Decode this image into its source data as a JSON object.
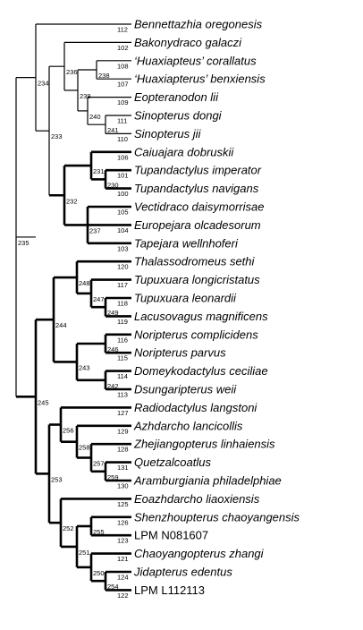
{
  "taxa": [
    {
      "name": "Bennettazhia oregonesis",
      "num": "112"
    },
    {
      "name": "Bakonydraco galaczi",
      "num": "102"
    },
    {
      "name": "‘Huaxiapteus’ corallatus",
      "num": "108"
    },
    {
      "name": "‘Huaxiapterus’ benxiensis",
      "num": "107"
    },
    {
      "name": "Eopteranodon lii",
      "num": "109"
    },
    {
      "name": "Sinopterus dongi",
      "num": "111"
    },
    {
      "name": "Sinopterus jii",
      "num": "110"
    },
    {
      "name": "Caiuajara dobruskii",
      "num": "106"
    },
    {
      "name": "Tupandactylus imperator",
      "num": "101"
    },
    {
      "name": "Tupandactylus navigans",
      "num": "100"
    },
    {
      "name": "Vectidraco daisymorrisae",
      "num": "105"
    },
    {
      "name": "Europejara olcadesorum",
      "num": "104"
    },
    {
      "name": "Tapejara wellnhoferi",
      "num": "103"
    },
    {
      "name": "Thalassodromeus sethi",
      "num": "120"
    },
    {
      "name": "Tupuxuara longicristatus",
      "num": "117"
    },
    {
      "name": "Tupuxuara leonardii",
      "num": "118"
    },
    {
      "name": "Lacusovagus magnificens",
      "num": "119"
    },
    {
      "name": "Noripterus complicidens",
      "num": "116"
    },
    {
      "name": "Noripterus parvus",
      "num": "115"
    },
    {
      "name": "Domeykodactylus ceciliae",
      "num": "114"
    },
    {
      "name": "Dsungaripterus weii",
      "num": "113"
    },
    {
      "name": "Radiodactylus langstoni",
      "num": "127"
    },
    {
      "name": "Azhdarcho lancicollis",
      "num": "129"
    },
    {
      "name": "Zhejiangopterus linhaiensis",
      "num": "128"
    },
    {
      "name": "Quetzalcoatlus",
      "num": "131"
    },
    {
      "name": "Aramburgiania philadelphiae",
      "num": "130"
    },
    {
      "name": "Eoazhdarcho liaoxiensis",
      "num": "125"
    },
    {
      "name": "Shenzhoupterus chaoyangensis",
      "num": "126"
    },
    {
      "name": "LPM N081607",
      "num": "123",
      "roman": true
    },
    {
      "name": "Chaoyangopterus zhangi",
      "num": "121"
    },
    {
      "name": "Jidapterus edentus",
      "num": "124"
    },
    {
      "name": "LPM L112113",
      "num": "122",
      "roman": true
    }
  ],
  "nodes": [
    {
      "id": "235",
      "children": [
        "234",
        "245"
      ]
    },
    {
      "id": "234",
      "children": [
        "t0",
        "233"
      ]
    },
    {
      "id": "233",
      "children": [
        "236",
        "232"
      ]
    },
    {
      "id": "236",
      "children": [
        "t1",
        "239"
      ]
    },
    {
      "id": "239",
      "children": [
        "238",
        "240"
      ]
    },
    {
      "id": "238",
      "children": [
        "t2",
        "t3"
      ]
    },
    {
      "id": "240",
      "children": [
        "t4",
        "241"
      ]
    },
    {
      "id": "241",
      "children": [
        "t5",
        "t6"
      ]
    },
    {
      "id": "232",
      "children": [
        "231",
        "237"
      ]
    },
    {
      "id": "231",
      "children": [
        "t7",
        "230"
      ]
    },
    {
      "id": "230",
      "children": [
        "t8",
        "t9"
      ]
    },
    {
      "id": "237",
      "children": [
        "t10",
        "t11",
        "t12"
      ]
    },
    {
      "id": "245",
      "children": [
        "244",
        "253"
      ]
    },
    {
      "id": "244",
      "children": [
        "248",
        "243"
      ]
    },
    {
      "id": "248",
      "children": [
        "t13",
        "247"
      ]
    },
    {
      "id": "247",
      "children": [
        "t14",
        "249"
      ]
    },
    {
      "id": "249",
      "children": [
        "t15",
        "t16"
      ]
    },
    {
      "id": "243",
      "children": [
        "246",
        "242"
      ]
    },
    {
      "id": "246",
      "children": [
        "t17",
        "t18"
      ]
    },
    {
      "id": "242",
      "children": [
        "t19",
        "t20"
      ]
    },
    {
      "id": "253",
      "children": [
        "256",
        "252"
      ]
    },
    {
      "id": "256",
      "children": [
        "t21",
        "258"
      ]
    },
    {
      "id": "258",
      "children": [
        "t22",
        "257"
      ]
    },
    {
      "id": "257",
      "children": [
        "t23",
        "259"
      ]
    },
    {
      "id": "259",
      "children": [
        "t24",
        "t25"
      ]
    },
    {
      "id": "252",
      "children": [
        "t26",
        "251"
      ]
    },
    {
      "id": "251",
      "children": [
        "255",
        "250"
      ]
    },
    {
      "id": "255",
      "children": [
        "t27",
        "t28"
      ]
    },
    {
      "id": "250",
      "children": [
        "t29",
        "254"
      ]
    },
    {
      "id": "254",
      "children": [
        "t30",
        "t31"
      ]
    }
  ]
}
